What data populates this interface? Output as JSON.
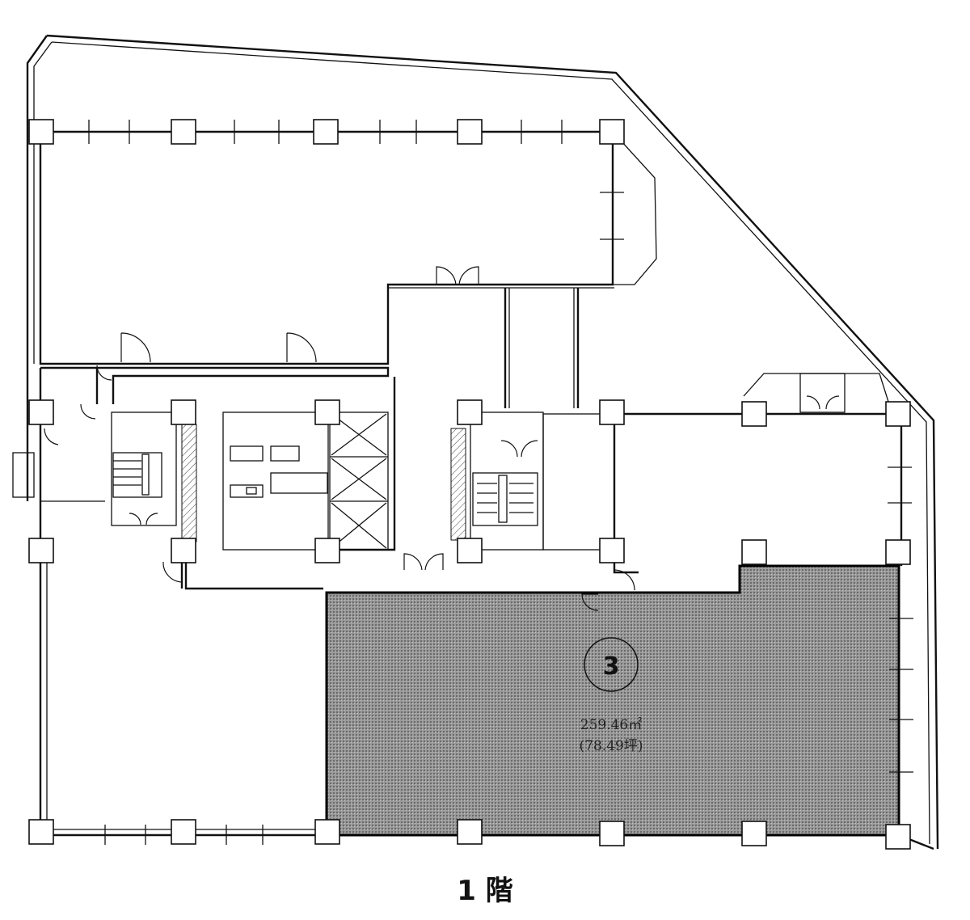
{
  "floor_plan": {
    "floor_label": "1 階",
    "unit": {
      "number": "3",
      "area_sqm": "259.46㎡",
      "area_tsubo": "(78.49坪)"
    }
  }
}
